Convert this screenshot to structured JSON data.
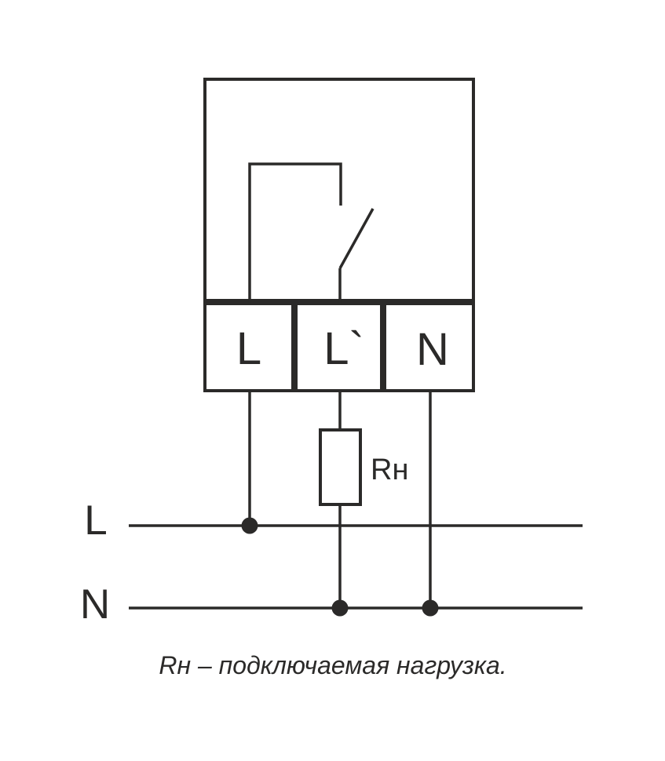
{
  "colors": {
    "ink": "#2b2a29",
    "background": "#ffffff"
  },
  "device": {
    "terminals": [
      {
        "label": "L"
      },
      {
        "label": "L`"
      },
      {
        "label": "N"
      }
    ]
  },
  "load": {
    "label": "Rн"
  },
  "power_lines": {
    "live": {
      "label": "L"
    },
    "neutral": {
      "label": "N"
    }
  },
  "caption": "Rн – подключаемая нагрузка."
}
